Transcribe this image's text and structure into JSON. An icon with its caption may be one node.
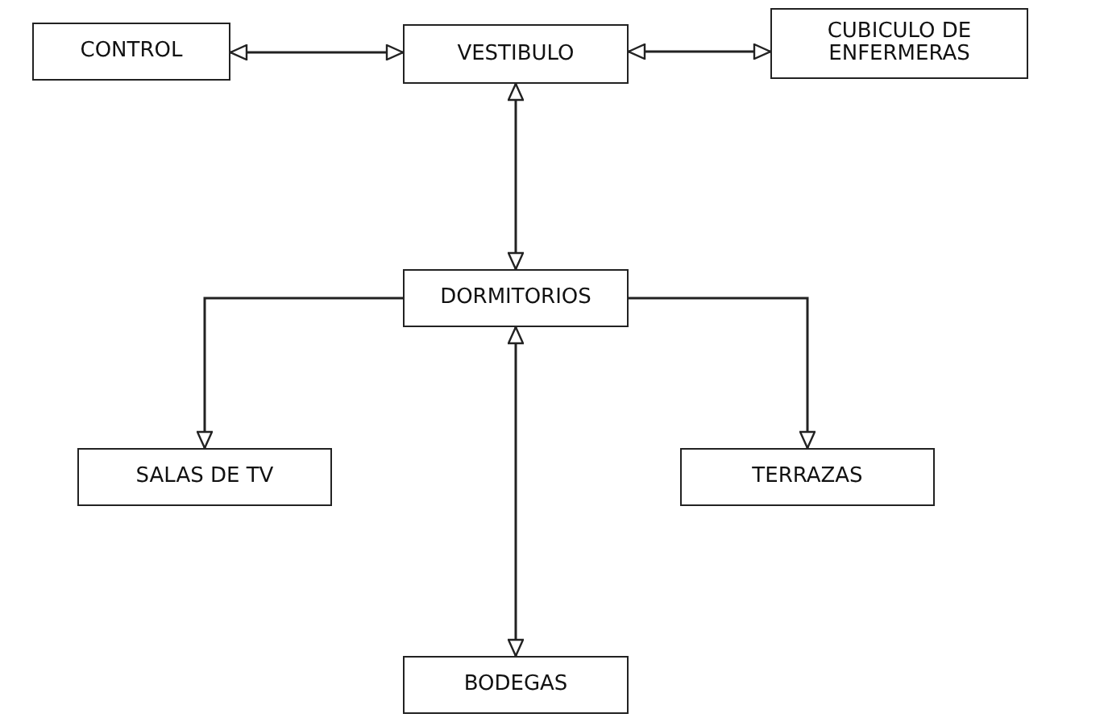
{
  "diagram": {
    "nodes": [
      {
        "text": [
          "CONTROL"
        ]
      },
      {
        "text": [
          "VESTIBULO"
        ]
      },
      {
        "text": [
          "CUBICULO DE ENFERMERAS"
        ]
      },
      {
        "text": [
          "DORMITORIOS"
        ]
      },
      {
        "text": [
          "SALAS DE TV"
        ]
      },
      {
        "text": [
          "TERRAZAS"
        ]
      },
      {
        "text": [
          "BODEGAS"
        ]
      }
    ],
    "edges": [
      {
        "from": 0,
        "to": 1,
        "arrow": "both"
      },
      {
        "from": 1,
        "to": 2,
        "arrow": "both"
      },
      {
        "from": 1,
        "to": 3,
        "arrow": "both"
      },
      {
        "from": 3,
        "to": 4,
        "arrow": "to"
      },
      {
        "from": 3,
        "to": 5,
        "arrow": "to"
      },
      {
        "from": 3,
        "to": 6,
        "arrow": "both"
      }
    ]
  }
}
